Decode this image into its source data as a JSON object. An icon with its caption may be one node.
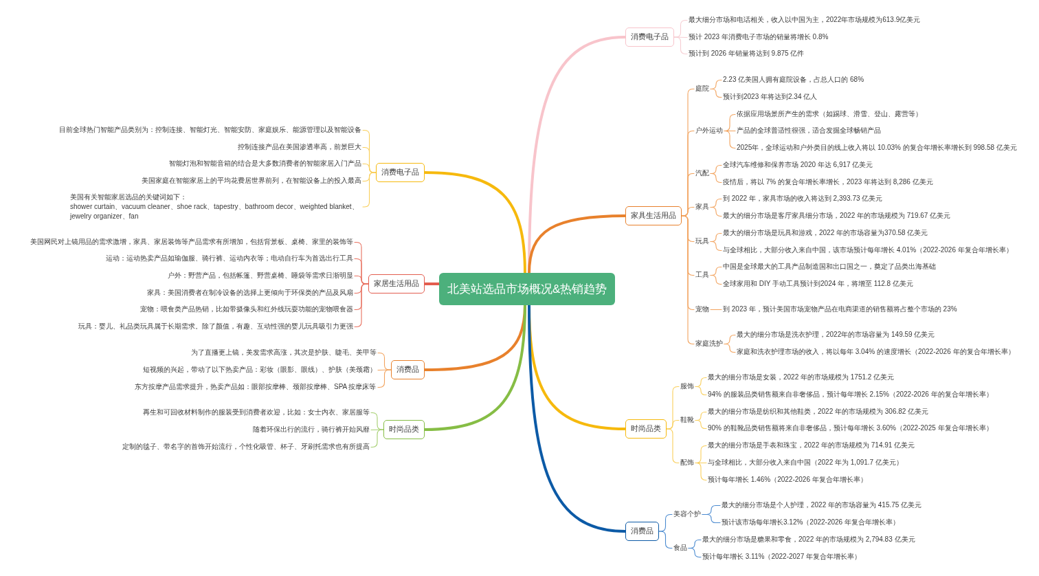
{
  "diagram": {
    "nodes": [
      {
        "text": [
          "北美站选品市场概况&热销趋势"
        ]
      },
      {
        "text": [
          "消费电子品"
        ]
      },
      {
        "text": [
          "最大细分市场和电话相关，收入以中国为主，2022年市场规模为613.9亿美元"
        ]
      },
      {
        "text": [
          "预计 2023 年消费电子市场的销量将增长 0.8%"
        ]
      },
      {
        "text": [
          "预计到 2026 年销量将达到 9.875 亿件"
        ]
      },
      {
        "text": [
          "家具生活用品"
        ]
      },
      {
        "text": [
          "庭院"
        ]
      },
      {
        "text": [
          "2.23 亿美国人拥有庭院设备，占总人口的 68%"
        ]
      },
      {
        "text": [
          "预计到2023 年将达到2.34 亿人"
        ]
      },
      {
        "text": [
          "户外运动"
        ]
      },
      {
        "text": [
          "依据应用场景所产生的需求（如踢球、滑雪、登山、露营等）"
        ]
      },
      {
        "text": [
          "产品的全球普适性很强，适合发掘全球畅销产品"
        ]
      },
      {
        "text": [
          "2025年，全球运动和户外类目的线上收入将以 10.03% 的复合年增长率增长到 998.58 亿美元"
        ]
      },
      {
        "text": [
          "汽配"
        ]
      },
      {
        "text": [
          "全球汽车维修和保养市场 2020 年达 6,917 亿美元"
        ]
      },
      {
        "text": [
          "疫情后，将以 7% 的复合年增长率增长，2023 年将达到 8,286 亿美元"
        ]
      },
      {
        "text": [
          "家具"
        ]
      },
      {
        "text": [
          "到 2022 年，家具市场的收入将达到 2,393.73 亿美元"
        ]
      },
      {
        "text": [
          "最大的细分市场是客厅家具细分市场，2022 年的市场规模为 719.67 亿美元"
        ]
      },
      {
        "text": [
          "玩具"
        ]
      },
      {
        "text": [
          "最大的细分市场是玩具和游戏，2022 年的市场容量为370.58 亿美元"
        ]
      },
      {
        "text": [
          "与全球相比，大部分收入来自中国，该市场预计每年增长 4.01%（2022-2026 年复合年增长率）"
        ]
      },
      {
        "text": [
          "工具"
        ]
      },
      {
        "text": [
          "中国是全球最大的工具产品制造国和出口国之一，奠定了品类出海基础"
        ]
      },
      {
        "text": [
          "全球家用和 DIY 手动工具预计到2024 年，将增至 112.8 亿美元"
        ]
      },
      {
        "text": [
          "宠物"
        ]
      },
      {
        "text": [
          "到 2023 年，预计美国市场宠物产品在电商渠道的销售额将占整个市场的 23%"
        ]
      },
      {
        "text": [
          "家庭洗护"
        ]
      },
      {
        "text": [
          "最大的细分市场是洗衣护理，2022年的市场容量为 149.59 亿美元"
        ]
      },
      {
        "text": [
          "家庭和洗衣护理市场的收入，将以每年 3.04% 的速度增长（2022-2026 年的复合年增长率）"
        ]
      },
      {
        "text": [
          "时尚品类"
        ]
      },
      {
        "text": [
          "服饰"
        ]
      },
      {
        "text": [
          "最大的细分市场是女装，2022 年的市场规模为 1751.2 亿美元"
        ]
      },
      {
        "text": [
          "94% 的服装品类销售额来自非奢侈品，预计每年增长 2.15%（2022-2026 年的复合年增长率）"
        ]
      },
      {
        "text": [
          "鞋靴"
        ]
      },
      {
        "text": [
          "最大的细分市场是纺织和其他鞋类，2022 年的市场规模为 306.82 亿美元"
        ]
      },
      {
        "text": [
          "90% 的鞋靴品类销售额将来自非奢侈品，预计每年增长 3.60%（2022-2025 年复合年增长率）"
        ]
      },
      {
        "text": [
          "配饰"
        ]
      },
      {
        "text": [
          "最大的细分市场是手表和珠宝，2022 年的市场规模为 714.91 亿美元"
        ]
      },
      {
        "text": [
          "与全球相比，大部分收入来自中国（2022 年为 1,091.7 亿美元）"
        ]
      },
      {
        "text": [
          "预计每年增长 1.46%（2022-2026 年复合年增长率）"
        ]
      },
      {
        "text": [
          "消费品"
        ]
      },
      {
        "text": [
          "美容个护"
        ]
      },
      {
        "text": [
          "最大的细分市场是个人护理，2022 年的市场容量为 415.75 亿美元"
        ]
      },
      {
        "text": [
          "预计该市场每年增长3.12%（2022-2026 年复合年增长率）"
        ]
      },
      {
        "text": [
          "食品"
        ]
      },
      {
        "text": [
          "最大的细分市场是糖果和零食，2022 年的市场规模为 2,794.83 亿美元"
        ]
      },
      {
        "text": [
          "预计每年增长 3.11%（2022-2027 年复合年增长率）"
        ]
      },
      {
        "text": [
          "消费电子品"
        ]
      },
      {
        "text": [
          "目前全球热门智能产品类别为：控制连接、智能灯光、智能安防、家庭娱乐、能源管理以及智能设备"
        ]
      },
      {
        "text": [
          "控制连接产品在美国渗透率高，前景巨大"
        ]
      },
      {
        "text": [
          "智能灯泡和智能音箱的结合是大多数消费者的智能家居入门产品"
        ]
      },
      {
        "text": [
          "美国家庭在智能家居上的平均花费居世界前列，在智能设备上的投入最高"
        ]
      },
      {
        "text": [
          "美国有关智能家居选品的关键词如下：",
          "shower curtain、vacuum cleaner、shoe rack、tapestry、bathroom decor、weighted blanket、jewelry organizer、fan"
        ]
      },
      {
        "text": [
          "家居生活用品"
        ]
      },
      {
        "text": [
          "美国网民对上镜用品的需求激增，家具、家居装饰等产品需求有所增加，包括背景板、桌椅、家里的装饰等"
        ]
      },
      {
        "text": [
          "运动：运动热卖产品如瑜伽服、骑行裤、运动内衣等；电动自行车为首选出行工具"
        ]
      },
      {
        "text": [
          "户外：野营产品，包括帐篷、野营桌椅、睡袋等需求日渐明显"
        ]
      },
      {
        "text": [
          "家具：美国消费者在制冷设备的选择上更倾向于环保类的产品及风扇"
        ]
      },
      {
        "text": [
          "宠物：喂食类产品热销，比如带摄像头和红外线玩耍功能的宠物喂食器"
        ]
      },
      {
        "text": [
          "玩具：婴儿、礼品类玩具属于长期需求。除了颜值，有趣、互动性强的婴儿玩具吸引力更强"
        ]
      },
      {
        "text": [
          "消费品"
        ]
      },
      {
        "text": [
          "为了直播更上镜，美发需求高涨，其次是护肤、睫毛、美甲等"
        ]
      },
      {
        "text": [
          "短视频的兴起，带动了以下热卖产品：彩妆（眼影、眼线）、护肤（美颈霜）"
        ]
      },
      {
        "text": [
          "东方按摩产品需求提升，热卖产品如：眼部按摩棒、颈部按摩棒、SPA 按摩床等"
        ]
      },
      {
        "text": [
          "时尚品类"
        ]
      },
      {
        "text": [
          "再生和可回收材料制作的服装受到消费者欢迎，比如：女士内衣、家居服等"
        ]
      },
      {
        "text": [
          "随着环保出行的流行，骑行裤开始风靡"
        ]
      },
      {
        "text": [
          "定制的毯子、带名字的首饰开始流行，个性化吸管、杯子、牙刷托需求也有所提高"
        ]
      }
    ],
    "edges": [
      {
        "from": 0,
        "to": 1,
        "arrow": "none",
        "style": "thick",
        "color": "#f8c4cb"
      },
      {
        "from": 1,
        "to": 2,
        "arrow": "none",
        "color": "#f6cdd2"
      },
      {
        "from": 1,
        "to": 3,
        "arrow": "none",
        "color": "#f6cdd2"
      },
      {
        "from": 1,
        "to": 4,
        "arrow": "none",
        "color": "#f6cdd2"
      },
      {
        "from": 0,
        "to": 5,
        "arrow": "none",
        "style": "thick",
        "color": "#e8812c"
      },
      {
        "from": 5,
        "to": 6,
        "arrow": "none",
        "color": "#f2a35e"
      },
      {
        "from": 6,
        "to": 7,
        "arrow": "none",
        "color": "#f2a35e"
      },
      {
        "from": 6,
        "to": 8,
        "arrow": "none",
        "color": "#f2a35e"
      },
      {
        "from": 5,
        "to": 9,
        "arrow": "none",
        "color": "#f2a35e"
      },
      {
        "from": 9,
        "to": 10,
        "arrow": "none",
        "color": "#f2a35e"
      },
      {
        "from": 9,
        "to": 11,
        "arrow": "none",
        "color": "#f2a35e"
      },
      {
        "from": 9,
        "to": 12,
        "arrow": "none",
        "color": "#f2a35e"
      },
      {
        "from": 5,
        "to": 13,
        "arrow": "none",
        "color": "#f2a35e"
      },
      {
        "from": 13,
        "to": 14,
        "arrow": "none",
        "color": "#f2a35e"
      },
      {
        "from": 13,
        "to": 15,
        "arrow": "none",
        "color": "#f2a35e"
      },
      {
        "from": 5,
        "to": 16,
        "arrow": "none",
        "color": "#f2a35e"
      },
      {
        "from": 16,
        "to": 17,
        "arrow": "none",
        "color": "#f2a35e"
      },
      {
        "from": 16,
        "to": 18,
        "arrow": "none",
        "color": "#f2a35e"
      },
      {
        "from": 5,
        "to": 19,
        "arrow": "none",
        "color": "#f2a35e"
      },
      {
        "from": 19,
        "to": 20,
        "arrow": "none",
        "color": "#f2a35e"
      },
      {
        "from": 19,
        "to": 21,
        "arrow": "none",
        "color": "#f2a35e"
      },
      {
        "from": 5,
        "to": 22,
        "arrow": "none",
        "color": "#f2a35e"
      },
      {
        "from": 22,
        "to": 23,
        "arrow": "none",
        "color": "#f2a35e"
      },
      {
        "from": 22,
        "to": 24,
        "arrow": "none",
        "color": "#f2a35e"
      },
      {
        "from": 5,
        "to": 25,
        "arrow": "none",
        "color": "#f2a35e"
      },
      {
        "from": 25,
        "to": 26,
        "arrow": "none",
        "color": "#f2a35e"
      },
      {
        "from": 5,
        "to": 27,
        "arrow": "none",
        "color": "#f2a35e"
      },
      {
        "from": 27,
        "to": 28,
        "arrow": "none",
        "color": "#f2a35e"
      },
      {
        "from": 27,
        "to": 29,
        "arrow": "none",
        "color": "#f2a35e"
      },
      {
        "from": 0,
        "to": 30,
        "arrow": "none",
        "style": "thick",
        "color": "#f6b90d"
      },
      {
        "from": 30,
        "to": 31,
        "arrow": "none",
        "color": "#f9cf5c"
      },
      {
        "from": 31,
        "to": 32,
        "arrow": "none",
        "color": "#f9cf5c"
      },
      {
        "from": 31,
        "to": 33,
        "arrow": "none",
        "color": "#f9cf5c"
      },
      {
        "from": 30,
        "to": 34,
        "arrow": "none",
        "color": "#f9cf5c"
      },
      {
        "from": 34,
        "to": 35,
        "arrow": "none",
        "color": "#f9cf5c"
      },
      {
        "from": 34,
        "to": 36,
        "arrow": "none",
        "color": "#f9cf5c"
      },
      {
        "from": 30,
        "to": 37,
        "arrow": "none",
        "color": "#f9cf5c"
      },
      {
        "from": 37,
        "to": 38,
        "arrow": "none",
        "color": "#f9cf5c"
      },
      {
        "from": 37,
        "to": 39,
        "arrow": "none",
        "color": "#f9cf5c"
      },
      {
        "from": 37,
        "to": 40,
        "arrow": "none",
        "color": "#f9cf5c"
      },
      {
        "from": 0,
        "to": 41,
        "arrow": "none",
        "style": "thick",
        "color": "#0c5aa6"
      },
      {
        "from": 41,
        "to": 42,
        "arrow": "none",
        "color": "#4a8ad0"
      },
      {
        "from": 42,
        "to": 43,
        "arrow": "none",
        "color": "#4a8ad0"
      },
      {
        "from": 42,
        "to": 44,
        "arrow": "none",
        "color": "#4a8ad0"
      },
      {
        "from": 41,
        "to": 45,
        "arrow": "none",
        "color": "#4a8ad0"
      },
      {
        "from": 45,
        "to": 46,
        "arrow": "none",
        "color": "#4a8ad0"
      },
      {
        "from": 45,
        "to": 47,
        "arrow": "none",
        "color": "#4a8ad0"
      },
      {
        "from": 0,
        "to": 48,
        "arrow": "none",
        "style": "thick",
        "color": "#f6b90d"
      },
      {
        "from": 48,
        "to": 49,
        "arrow": "none",
        "color": "#f9cf5c"
      },
      {
        "from": 48,
        "to": 50,
        "arrow": "none",
        "color": "#f9cf5c"
      },
      {
        "from": 48,
        "to": 51,
        "arrow": "none",
        "color": "#f9cf5c"
      },
      {
        "from": 48,
        "to": 52,
        "arrow": "none",
        "color": "#f9cf5c"
      },
      {
        "from": 48,
        "to": 53,
        "arrow": "none",
        "color": "#f9cf5c"
      },
      {
        "from": 0,
        "to": 54,
        "arrow": "none",
        "style": "thick",
        "color": "#e35d4f"
      },
      {
        "from": 54,
        "to": 55,
        "arrow": "none",
        "color": "#e8705f"
      },
      {
        "from": 54,
        "to": 56,
        "arrow": "none",
        "color": "#e8705f"
      },
      {
        "from": 54,
        "to": 57,
        "arrow": "none",
        "color": "#e8705f"
      },
      {
        "from": 54,
        "to": 58,
        "arrow": "none",
        "color": "#e8705f"
      },
      {
        "from": 54,
        "to": 59,
        "arrow": "none",
        "color": "#e8705f"
      },
      {
        "from": 54,
        "to": 60,
        "arrow": "none",
        "color": "#e8705f"
      },
      {
        "from": 0,
        "to": 61,
        "arrow": "none",
        "style": "thick",
        "color": "#e8812c"
      },
      {
        "from": 61,
        "to": 62,
        "arrow": "none",
        "color": "#f2a35e"
      },
      {
        "from": 61,
        "to": 63,
        "arrow": "none",
        "color": "#f2a35e"
      },
      {
        "from": 61,
        "to": 64,
        "arrow": "none",
        "color": "#f2a35e"
      },
      {
        "from": 0,
        "to": 65,
        "arrow": "none",
        "style": "thick",
        "color": "#86bd45"
      },
      {
        "from": 65,
        "to": 66,
        "arrow": "none",
        "color": "#a5cf70"
      },
      {
        "from": 65,
        "to": 67,
        "arrow": "none",
        "color": "#a5cf70"
      },
      {
        "from": 65,
        "to": 68,
        "arrow": "none",
        "color": "#a5cf70"
      }
    ]
  }
}
